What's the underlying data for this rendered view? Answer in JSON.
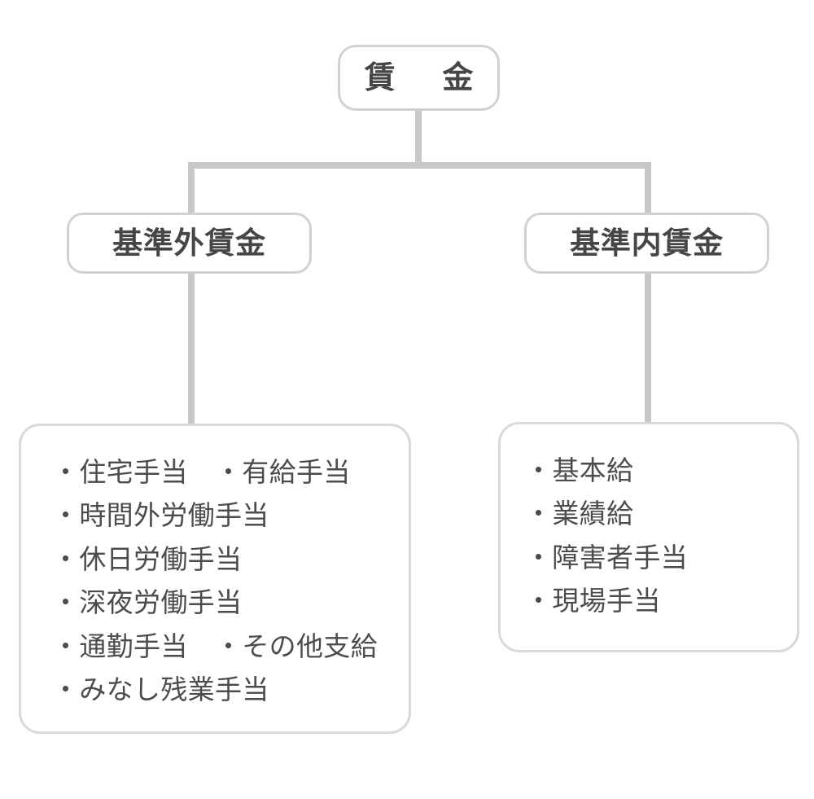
{
  "diagram": {
    "type": "hierarchy-tree",
    "title": "賃金",
    "colors": {
      "node_border": "#d2d2d2",
      "connector": "#c8c8c8",
      "text": "#464646",
      "background": "#ffffff"
    },
    "root": {
      "label": "賃　金"
    },
    "branches": [
      {
        "id": "kijungai",
        "label": "基準外賃金",
        "items": [
          "・住宅手当　・有給手当",
          "・時間外労働手当",
          "・休日労働手当",
          "・深夜労働手当",
          "・通勤手当　・その他支給",
          "・みなし残業手当"
        ]
      },
      {
        "id": "kijunnai",
        "label": "基準内賃金",
        "items": [
          "・基本給",
          "・業績給",
          "・障害者手当",
          "・現場手当"
        ]
      }
    ]
  }
}
